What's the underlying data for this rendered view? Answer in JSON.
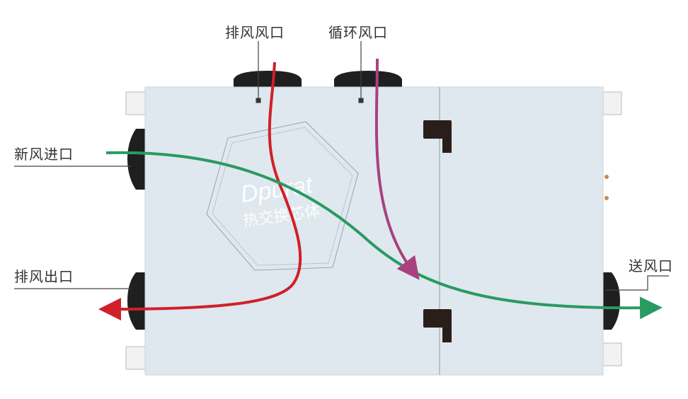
{
  "labels": {
    "exhaust_inlet": "排风风口",
    "recirculation_inlet": "循环风口",
    "fresh_air_inlet": "新风进口",
    "exhaust_outlet": "排风出口",
    "supply_outlet": "送风口"
  },
  "logo": {
    "brand": "Dpurat",
    "subtitle": "热交换芯体"
  },
  "colors": {
    "exhaust_flow": "#d0202a",
    "fresh_flow": "#2a9a63",
    "recirculation_flow": "#a8417f",
    "panel": "#dfe8ee"
  }
}
